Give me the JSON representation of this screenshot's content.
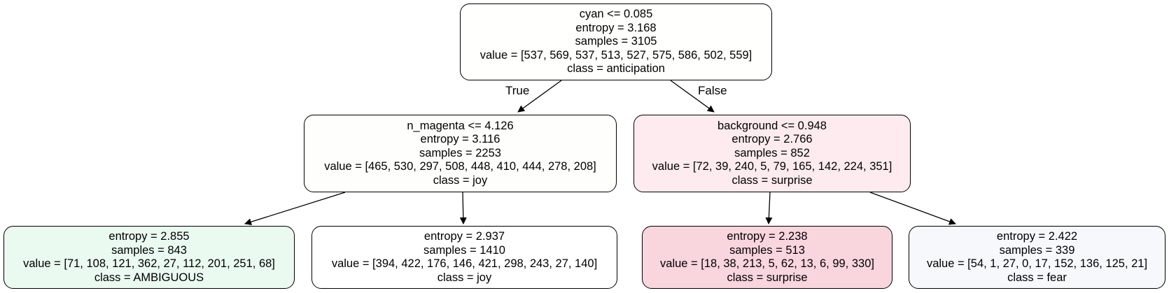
{
  "nodes": {
    "root": {
      "split": "cyan <= 0.085",
      "entropy": "entropy = 3.168",
      "samples": "samples = 3105",
      "value": "value = [537, 569, 537, 513, 527, 575, 586, 502, 559]",
      "class": "class = anticipation",
      "fill": "#fffffe"
    },
    "left": {
      "split": "n_magenta <= 4.126",
      "entropy": "entropy = 3.116",
      "samples": "samples = 2253",
      "value": "value = [465, 530, 297, 508, 448, 410, 444, 278, 208]",
      "class": "class = joy",
      "fill": "#fefefc"
    },
    "right": {
      "split": "background <= 0.948",
      "entropy": "entropy = 2.766",
      "samples": "samples = 852",
      "value": "value = [72, 39, 240, 5, 79, 165, 142, 224, 351]",
      "class": "class = surprise",
      "fill": "#fdebef"
    },
    "leaf_ll": {
      "entropy": "entropy = 2.855",
      "samples": "samples = 843",
      "value": "value = [71, 108, 121, 362, 27, 112, 201, 251, 68]",
      "class": "class = AMBIGUOUS",
      "fill": "#eafaf0"
    },
    "leaf_lr": {
      "entropy": "entropy = 2.937",
      "samples": "samples = 1410",
      "value": "value = [394, 422, 176, 146, 421, 298, 243, 27, 140]",
      "class": "class = joy",
      "fill": "#ffffff"
    },
    "leaf_rl": {
      "entropy": "entropy = 2.238",
      "samples": "samples = 513",
      "value": "value = [18, 38, 213, 5, 62, 13, 6, 99, 330]",
      "class": "class = surprise",
      "fill": "#f9d5de"
    },
    "leaf_rr": {
      "entropy": "entropy = 2.422",
      "samples": "samples = 339",
      "value": "value = [54, 1, 27, 0, 17, 152, 136, 125, 21]",
      "class": "class = fear",
      "fill": "#f6f8fc"
    }
  },
  "edge_labels": {
    "true": "True",
    "false": "False"
  }
}
